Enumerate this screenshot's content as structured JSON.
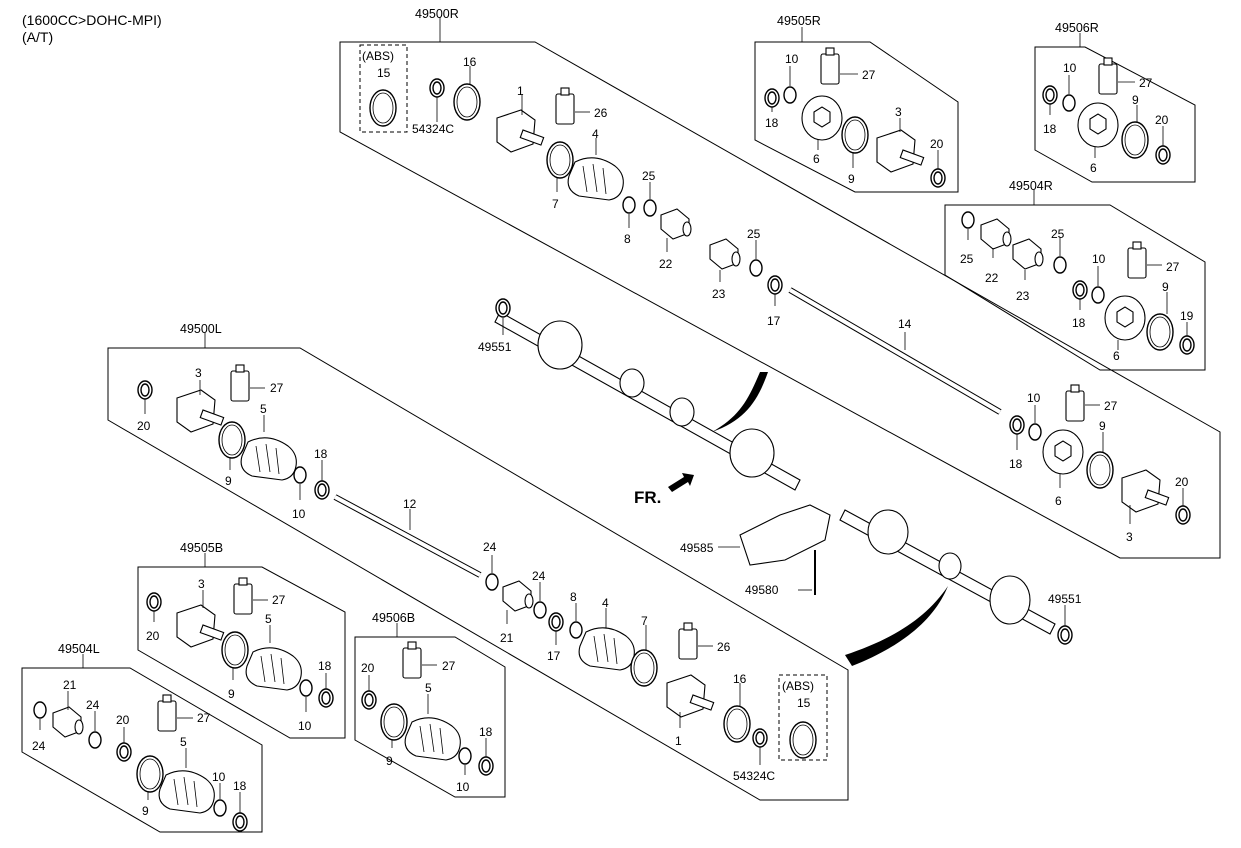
{
  "header": {
    "engine": "(1600CC>DOHC-MPI)",
    "transmission": "(A/T)"
  },
  "assemblies": {
    "a49500R": "49500R",
    "a49505R": "49505R",
    "a49506R": "49506R",
    "a49504R": "49504R",
    "a49500L": "49500L",
    "a49505B": "49505B",
    "a49506B": "49506B",
    "a49504L": "49504L"
  },
  "abs": "(ABS)",
  "fr": "FR.",
  "parts": {
    "p1": "1",
    "p3": "3",
    "p4": "4",
    "p5": "5",
    "p6": "6",
    "p7": "7",
    "p8": "8",
    "p9": "9",
    "p10": "10",
    "p12": "12",
    "p14": "14",
    "p15": "15",
    "p16": "16",
    "p17": "17",
    "p18": "18",
    "p19": "19",
    "p20": "20",
    "p21": "21",
    "p22": "22",
    "p23": "23",
    "p24": "24",
    "p25": "25",
    "p26": "26",
    "p27": "27",
    "p54324C": "54324C",
    "p49551": "49551",
    "p49585": "49585",
    "p49580": "49580"
  }
}
